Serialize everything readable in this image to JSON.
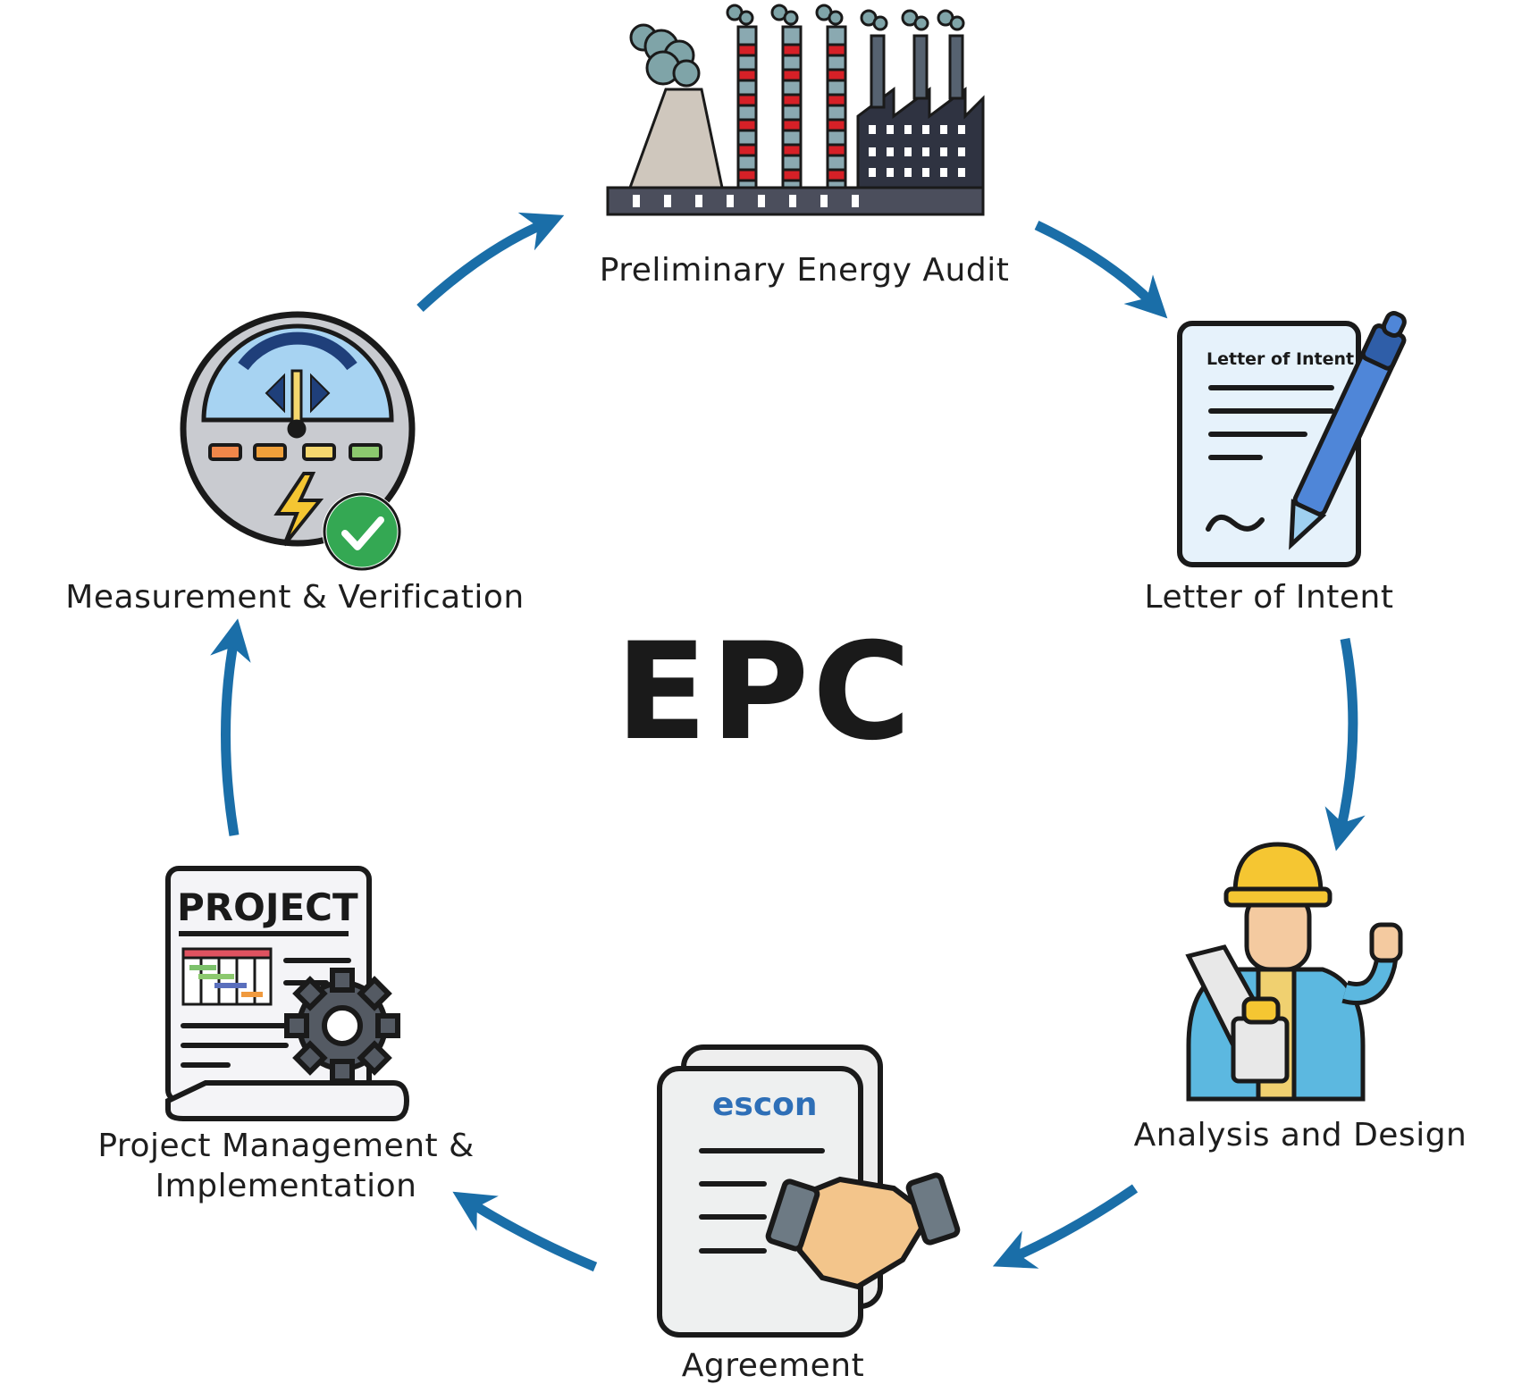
{
  "center_title": "EPC",
  "steps": [
    {
      "label": "Preliminary Energy Audit",
      "icon": "factory-icon"
    },
    {
      "label": "Letter of Intent",
      "icon": "document-pen-icon",
      "document_heading": "Letter of Intent"
    },
    {
      "label": "Analysis and Design",
      "icon": "engineer-icon"
    },
    {
      "label": "Agreement",
      "icon": "handshake-document-icon",
      "document_logo": "escon"
    },
    {
      "label_line1": "Project Management &",
      "label_line2": "Implementation",
      "icon": "project-gear-icon",
      "document_heading": "PROJECT"
    },
    {
      "label": "Measurement & Verification",
      "icon": "meter-check-icon"
    }
  ],
  "colors": {
    "arrow": "#1a6ea8",
    "outline": "#1a1a1a",
    "check": "#34a853",
    "helmet": "#f5c632",
    "pen": "#4f86d8"
  }
}
